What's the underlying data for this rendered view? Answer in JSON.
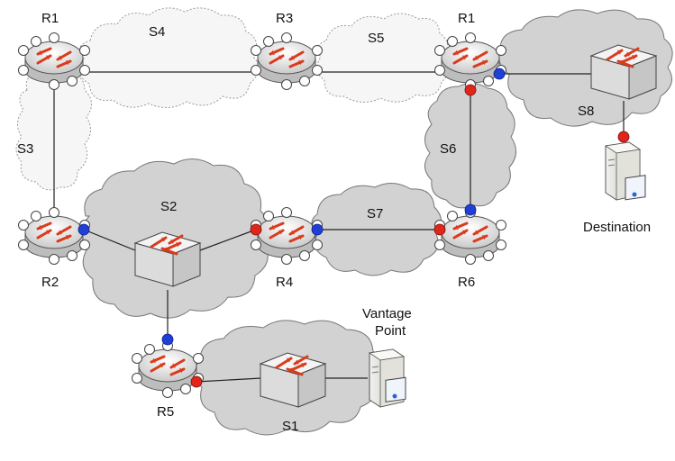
{
  "diagram": {
    "routers": [
      {
        "id": "R1a",
        "label": "R1"
      },
      {
        "id": "R3",
        "label": "R3"
      },
      {
        "id": "R1b",
        "label": "R1"
      },
      {
        "id": "R2",
        "label": "R2"
      },
      {
        "id": "R4",
        "label": "R4"
      },
      {
        "id": "R6",
        "label": "R6"
      },
      {
        "id": "R5",
        "label": "R5"
      }
    ],
    "switches": [
      {
        "id": "sw-s2"
      },
      {
        "id": "sw-s8"
      },
      {
        "id": "sw-s1"
      }
    ],
    "subnets": [
      {
        "id": "S1",
        "label": "S1",
        "style": "filled"
      },
      {
        "id": "S2",
        "label": "S2",
        "style": "filled"
      },
      {
        "id": "S3",
        "label": "S3",
        "style": "dashed"
      },
      {
        "id": "S4",
        "label": "S4",
        "style": "dashed"
      },
      {
        "id": "S5",
        "label": "S5",
        "style": "dashed"
      },
      {
        "id": "S6",
        "label": "S6",
        "style": "filled"
      },
      {
        "id": "S7",
        "label": "S7",
        "style": "filled"
      },
      {
        "id": "S8",
        "label": "S8",
        "style": "filled"
      }
    ],
    "hosts": [
      {
        "id": "vantage",
        "label_lines": [
          "Vantage",
          "Point"
        ]
      },
      {
        "id": "destination",
        "label_lines": [
          "Destination"
        ]
      }
    ],
    "colors": {
      "in_interface": "#1f3fd6",
      "out_interface": "#e0261b",
      "cloud_fill": "#d2d2d2",
      "cloud_dashed_fill": "#f6f6f6",
      "router_body": "#e9e9e9",
      "arrow": "#d93b1c"
    }
  }
}
